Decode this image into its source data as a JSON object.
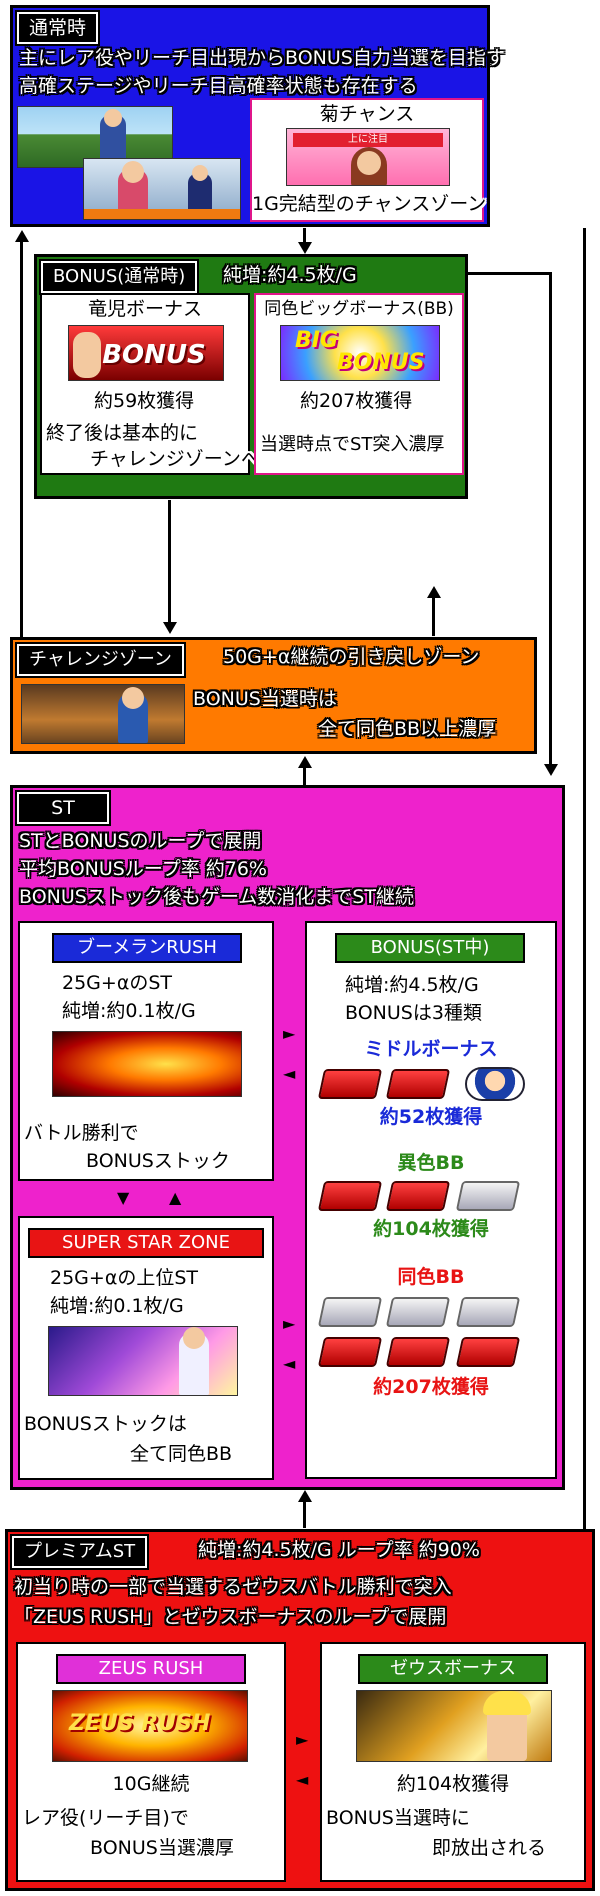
{
  "normal": {
    "header": "通常時",
    "line1": "主にレア役やリーチ目出現からBONUS自力当選を目指す",
    "line2": "高確ステージやリーチ目高確率状態も存在する",
    "chance_title": "菊チャンス",
    "chance_caption": "1G完結型のチャンスゾーン",
    "chance_overlay": "上に注目"
  },
  "bonus": {
    "header": "BONUS(通常時)",
    "rate": "純増:約4.5枚/G",
    "left_title": "竜児ボーナス",
    "left_gain": "約59枚獲得",
    "left_note1": "終了後は基本的に",
    "left_note2": "チャレンジゾーンへ",
    "left_logo": "BONUS",
    "right_title": "同色ビッグボーナス(BB)",
    "right_gain": "約207枚獲得",
    "right_note": "当選時点でST突入濃厚",
    "right_logo1": "BIG",
    "right_logo2": "BONUS"
  },
  "challenge": {
    "header": "チャレンジゾーン",
    "desc": "50G+α継続の引き戻しゾーン",
    "note1": "BONUS当選時は",
    "note2": "全て同色BB以上濃厚"
  },
  "st": {
    "header": "ST",
    "line1": "STとBONUSのループで展開",
    "line2": "平均BONUSループ率 約76%",
    "line3": "BONUSストック後もゲーム数消化までST継続",
    "boomerang_tag": "ブーメランRUSH",
    "boomerang_l1": "25G+αのST",
    "boomerang_l2": "純増:約0.1枚/G",
    "boomerang_n1": "バトル勝利で",
    "boomerang_n2": "BONUSストック",
    "ssz_tag": "SUPER STAR ZONE",
    "ssz_l1": "25G+αの上位ST",
    "ssz_l2": "純増:約0.1枚/G",
    "ssz_n1": "BONUSストックは",
    "ssz_n2": "全て同色BB",
    "bonus_tag": "BONUS(ST中)",
    "bonus_l1": "純増:約4.5枚/G",
    "bonus_l2": "BONUSは3種類",
    "middle_title": "ミドルボーナス",
    "middle_gain": "約52枚獲得",
    "diff_title": "異色BB",
    "diff_gain": "約104枚獲得",
    "same_title": "同色BB",
    "same_gain": "約207枚獲得"
  },
  "premium": {
    "header": "プレミアムST",
    "rate": "純増:約4.5枚/G ループ率 約90%",
    "line1": "初当り時の一部で当選するゼウスバトル勝利で突入",
    "line2": "「ZEUS RUSH」とゼウスボーナスのループで展開",
    "zeus_tag": "ZEUS RUSH",
    "zeus_l1": "10G継続",
    "zeus_n1": "レア役(リーチ目)で",
    "zeus_n2": "BONUS当選濃厚",
    "zbonus_tag": "ゼウスボーナス",
    "zbonus_gain": "約104枚獲得",
    "zbonus_n1": "BONUS当選時に",
    "zbonus_n2": "即放出される"
  },
  "colors": {
    "normal_bg": "#1a14e6",
    "bonus_bg": "#1f7a12",
    "challenge_bg": "#ff7a00",
    "st_bg": "#ee22cc",
    "premium_bg": "#ee1111",
    "blue_tag": "#1a2ad8",
    "green_tag": "#2c8a1a",
    "red_tag": "#e81414",
    "magenta_tag": "#e030d8",
    "middle_text": "#1a2ad8",
    "diff_text": "#2c8a1a",
    "same_text": "#e81414"
  }
}
